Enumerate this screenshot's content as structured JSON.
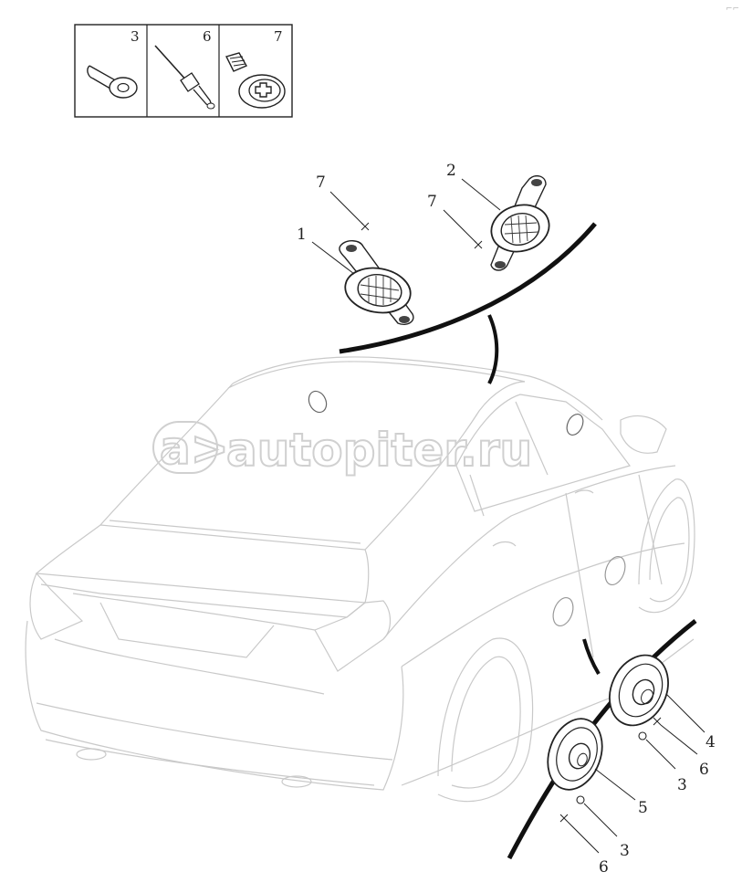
{
  "watermark": {
    "text": "autopiter.ru",
    "logo_glyph": "a>"
  },
  "corner_mark": "⌐⌐",
  "legend_parts": [
    {
      "number": "3",
      "icon": "rivet-nut-icon"
    },
    {
      "number": "6",
      "icon": "rivet-icon"
    },
    {
      "number": "7",
      "icon": "torx-screw-icon"
    }
  ],
  "callouts": {
    "rear_left_speaker": "1",
    "rear_right_speaker": "2",
    "rear_left_screw": "7",
    "rear_right_screw": "7",
    "door_speaker_front": "4",
    "door_speaker_rear": "5",
    "nut_upper": "3",
    "rivet_upper": "6",
    "nut_lower": "3",
    "rivet_lower": "6"
  }
}
